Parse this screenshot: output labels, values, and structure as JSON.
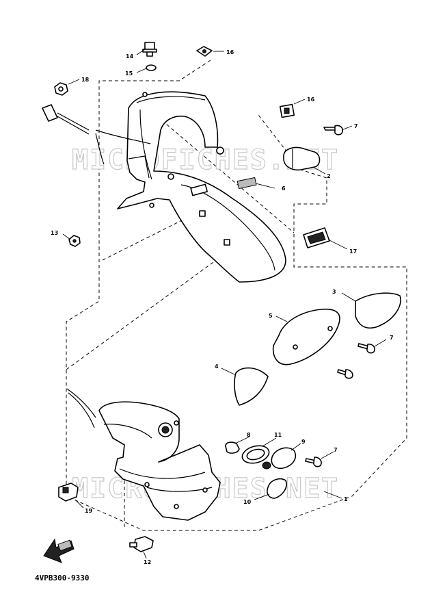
{
  "watermark": "MICROFICHES.NET",
  "diagram_code": "4VPB300-9330",
  "callouts": {
    "c1": "1",
    "c2": "2",
    "c3": "3",
    "c4": "4",
    "c5": "5",
    "c6": "6",
    "c7a": "7",
    "c7b": "7",
    "c7c": "7",
    "c8": "8",
    "c9": "9",
    "c10": "10",
    "c11": "11",
    "c12": "12",
    "c13": "13",
    "c14": "14",
    "c15": "15",
    "c16a": "16",
    "c16b": "16",
    "c17": "17",
    "c18": "18",
    "c19": "19"
  }
}
